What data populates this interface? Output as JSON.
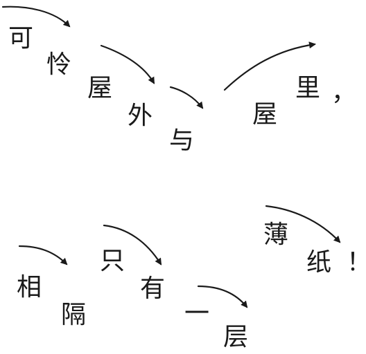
{
  "poem": {
    "line1": [
      "可",
      "怜",
      "屋",
      "外",
      "与",
      "屋",
      "里",
      "，"
    ],
    "line2": [
      "相",
      "隔",
      "只",
      "有",
      "一",
      "层",
      "薄",
      "纸",
      "！"
    ]
  },
  "colors": {
    "ink": "#1a1a1a"
  }
}
